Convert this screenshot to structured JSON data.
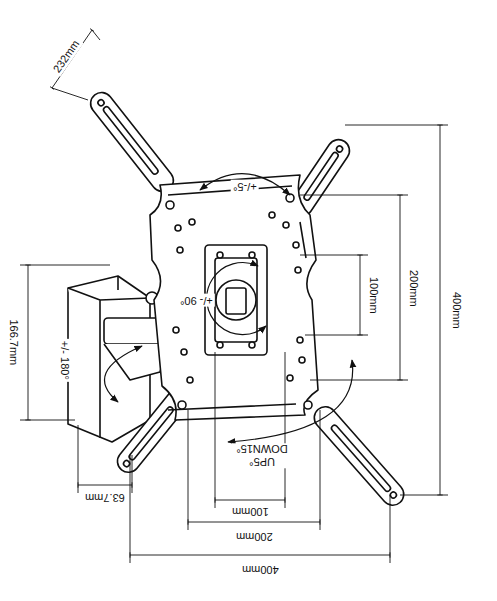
{
  "diagram": {
    "labels": [
      "232mm",
      "+/-5°",
      "400mm",
      "200mm",
      "100mm",
      "+/- 90°",
      "166.7mm",
      "+/- 180°",
      "63.7mm",
      "UP5° DOWN15°",
      "100mm",
      "200mm",
      "400mm"
    ]
  }
}
